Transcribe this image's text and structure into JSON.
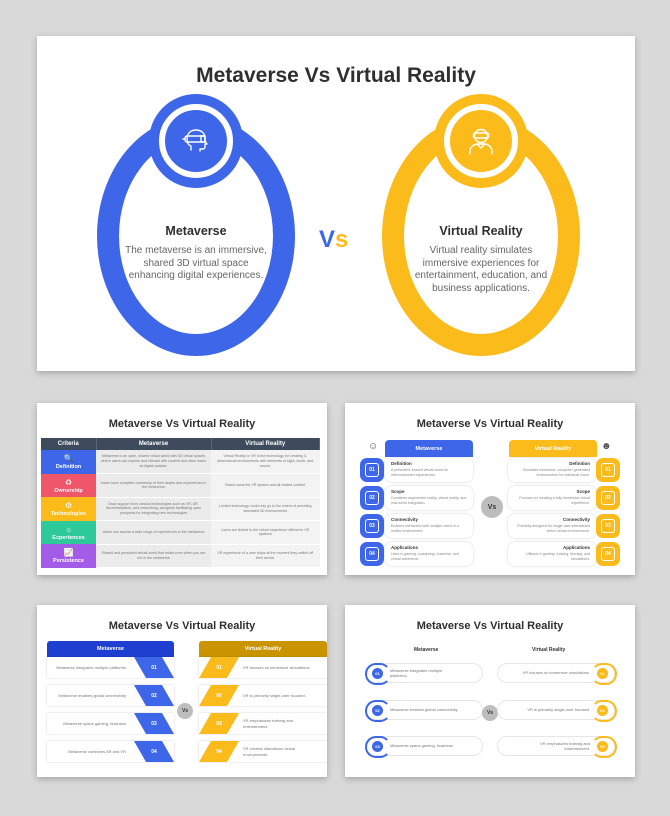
{
  "colors": {
    "metaverse_blue": "#3d66e8",
    "metaverse_blue_dark": "#1f3fd1",
    "vr_yellow": "#fbbb1b",
    "vr_yellow_dark": "#c99400",
    "table_header": "#3d4b5c",
    "vs_grey": "#bdbdbd"
  },
  "slide1": {
    "title": "Metaverse Vs Virtual Reality",
    "vs_v": "V",
    "vs_s": "s",
    "left": {
      "icon": "vr-headset-head-icon",
      "heading": "Metaverse",
      "body": "The metaverse is an immersive, shared 3D virtual space enhancing digital experiences."
    },
    "right": {
      "icon": "vr-headset-person-icon",
      "heading": "Virtual Reality",
      "body": "Virtual reality simulates immersive experiences for entertainment, education, and business applications."
    }
  },
  "slide2": {
    "title": "Metaverse Vs Virtual Reality",
    "headers": [
      "Criteria",
      "Metaverse",
      "Virtual Reality"
    ],
    "rows": [
      {
        "criteria": "Definition",
        "icon": "search-doc-icon",
        "color": "#3d66e8",
        "metaverse": "Metaverse is an open, shared virtual world with 3D virtual spaces where users can explore and interact with content and other users as digital avatars.",
        "vr": "Virtual Reality or VR is the technology for creating 3-dimensional environments with elements of sight, touch, and sound."
      },
      {
        "criteria": "Ownership",
        "icon": "ownership-icon",
        "color": "#f0566a",
        "metaverse": "Users have complete ownership of their assets and experiences in the metaverse",
        "vr": "Brand owns the VR system and all related content"
      },
      {
        "criteria": "Technologies",
        "icon": "gear-icon",
        "color": "#fbbb1b",
        "metaverse": "Draw support from various technologies such as VR, AR, decentralization, and networking, alongside facilitating open prospects for integrating new technologies",
        "vr": "Limited technology could only go to the extent of providing simulated 3D environments"
      },
      {
        "criteria": "Experiences",
        "icon": "experience-icon",
        "color": "#2ec99a",
        "metaverse": "Users can access a wide range of experiences in the metaverse",
        "vr": "Users are limited to the virtual experience offered in VR systems"
      },
      {
        "criteria": "Persistence",
        "icon": "chart-icon",
        "color": "#a35ce8",
        "metaverse": "Shared and persistent virtual world that exists even when you are not in the metaverse",
        "vr": "VR experience of a user stops at the moment they switch off their device"
      }
    ]
  },
  "slide3": {
    "title": "Metaverse Vs Virtual Reality",
    "left_header": "Metaverse",
    "right_header": "Virtual Reality",
    "vs": "Vs",
    "left": [
      {
        "num": "01",
        "title": "Definition",
        "text": "A persistent, shared virtual world for interconnected experiences."
      },
      {
        "num": "02",
        "title": "Scope",
        "text": "Combines augmented reality, virtual reality, and real-world integration."
      },
      {
        "num": "03",
        "title": "Connectivity",
        "text": "Enables interaction with multiple users in a unified environment."
      },
      {
        "num": "04",
        "title": "Applications",
        "text": "Used in gaming, socializing, business, and virtual commerce."
      }
    ],
    "right": [
      {
        "num": "01",
        "title": "Definition",
        "text": "Simulates immersive, computer-generated environments for individual users."
      },
      {
        "num": "02",
        "title": "Scope",
        "text": "Focuses on creating a fully immersive virtual experience."
      },
      {
        "num": "03",
        "title": "Connectivity",
        "text": "Primarily designed for single-user interactions within virtual environments."
      },
      {
        "num": "04",
        "title": "Applications",
        "text": "Utilized in gaming, training, therapy, and simulations."
      }
    ]
  },
  "slide4": {
    "title": "Metaverse Vs Virtual Reality",
    "left_header": "Metaverse",
    "right_header": "Virtual Reality",
    "vs": "Vs",
    "left": [
      {
        "num": "01",
        "text": "Metaverse integrates multiple platforms"
      },
      {
        "num": "02",
        "text": "Metaverse enables global connectivity"
      },
      {
        "num": "03",
        "text": "Metaverse spans gaming, business"
      },
      {
        "num": "04",
        "text": "Metaverse combines AR and VR"
      }
    ],
    "right": [
      {
        "num": "01",
        "text": "VR focuses on immersive simulations."
      },
      {
        "num": "02",
        "text": "VR is primarily single-user focused."
      },
      {
        "num": "03",
        "text": "VR emphasizes training and entertainment."
      },
      {
        "num": "04",
        "text": "VR creates standalone virtual environments."
      }
    ]
  },
  "slide5": {
    "title": "Metaverse Vs Virtual Reality",
    "left_header": "Metaverse",
    "right_header": "Virtual Reality",
    "vs": "Vs",
    "left": [
      {
        "num": "01",
        "text": "Metaverse integrates multiple platforms."
      },
      {
        "num": "02",
        "text": "Metaverse enables global connectivity."
      },
      {
        "num": "03",
        "text": "Metaverse spans gaming, business."
      }
    ],
    "right": [
      {
        "num": "01",
        "text": "VR focuses on immersive simulations."
      },
      {
        "num": "02",
        "text": "VR is primarily single-user focused."
      },
      {
        "num": "03",
        "text": "VR emphasizes training and entertainment."
      }
    ]
  }
}
